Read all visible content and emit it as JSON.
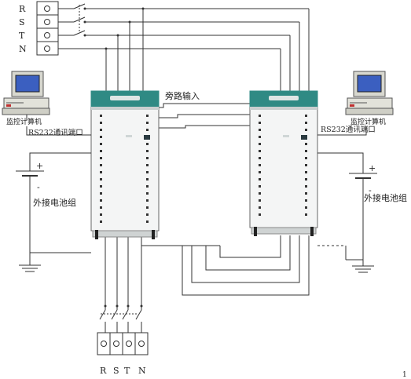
{
  "top_terminals": [
    "R",
    "S",
    "T",
    "N"
  ],
  "bottom_terminals": [
    "R",
    "S",
    "T",
    "N"
  ],
  "bypass_label": "旁路输入",
  "left_panel": {
    "computer_label": "监控计算机",
    "port_label": "RS232通讯端口",
    "battery_label": "外接电池组",
    "plus": "+",
    "minus": "-"
  },
  "right_panel": {
    "computer_label": "监控计算机",
    "port_label": "RS232通讯端口",
    "battery_label": "外接电池组",
    "plus": "+",
    "minus": "-"
  },
  "page_marker": "1",
  "colors": {
    "ups_cap": "#2f8a84",
    "wire": "#333333",
    "screen": "#3b5fc0"
  }
}
